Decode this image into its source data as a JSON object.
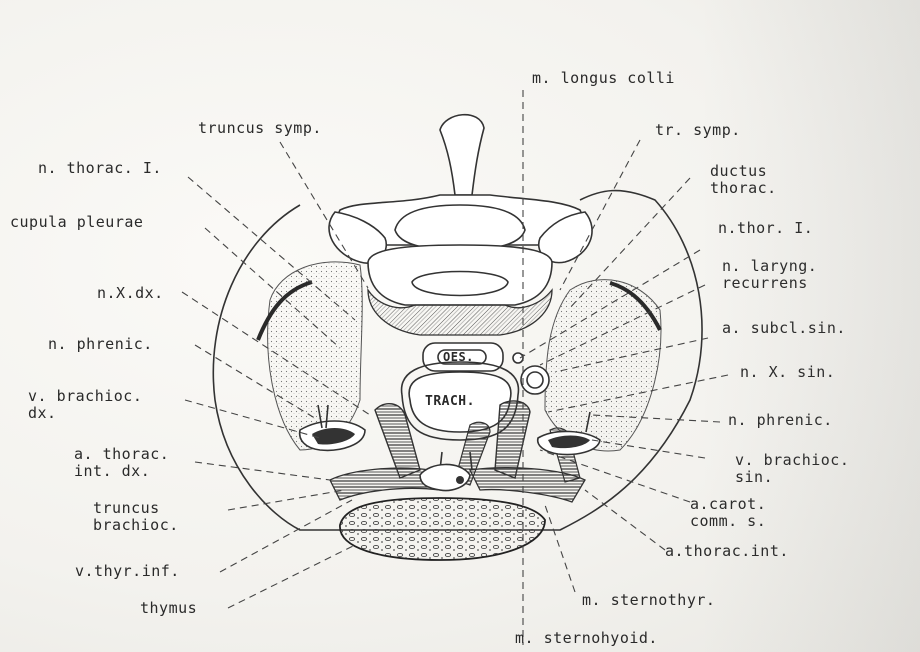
{
  "labels": {
    "longus_colli": "m. longus colli",
    "truncus_symp": "truncus symp.",
    "tr_symp": "tr. symp.",
    "n_thorac_I": "n. thorac. I.",
    "ductus_thorac": "ductus\nthorac.",
    "cupula_pleurae": "cupula pleurae",
    "n_thor_I": "n.thor. I.",
    "n_laryng_recurrens": "n. laryng.\nrecurrens",
    "n_X_dx": "n.X.dx.",
    "a_subcl_sin": "a. subcl.sin.",
    "n_phrenic_left": "n. phrenic.",
    "n_X_sin": "n. X. sin.",
    "v_brachioc_dx": "v. brachioc.\ndx.",
    "n_phrenic_right": "n. phrenic.",
    "a_thorac_int_dx": "a. thorac.\nint. dx.",
    "v_brachioc_sin": "v. brachioc.\nsin.",
    "truncus_brachioc": "truncus\nbrachioc.",
    "a_carot_comm_s": "a.carot.\ncomm. s.",
    "v_thyr_inf": "v.thyr.inf.",
    "a_thorac_int": "a.thorac.int.",
    "thymus": "thymus",
    "m_sternothyr": "m. sternothyr.",
    "m_sternohyoid": "m. sternohyoid."
  },
  "organ_labels": {
    "oes": "OES.",
    "trach": "TRACH."
  }
}
